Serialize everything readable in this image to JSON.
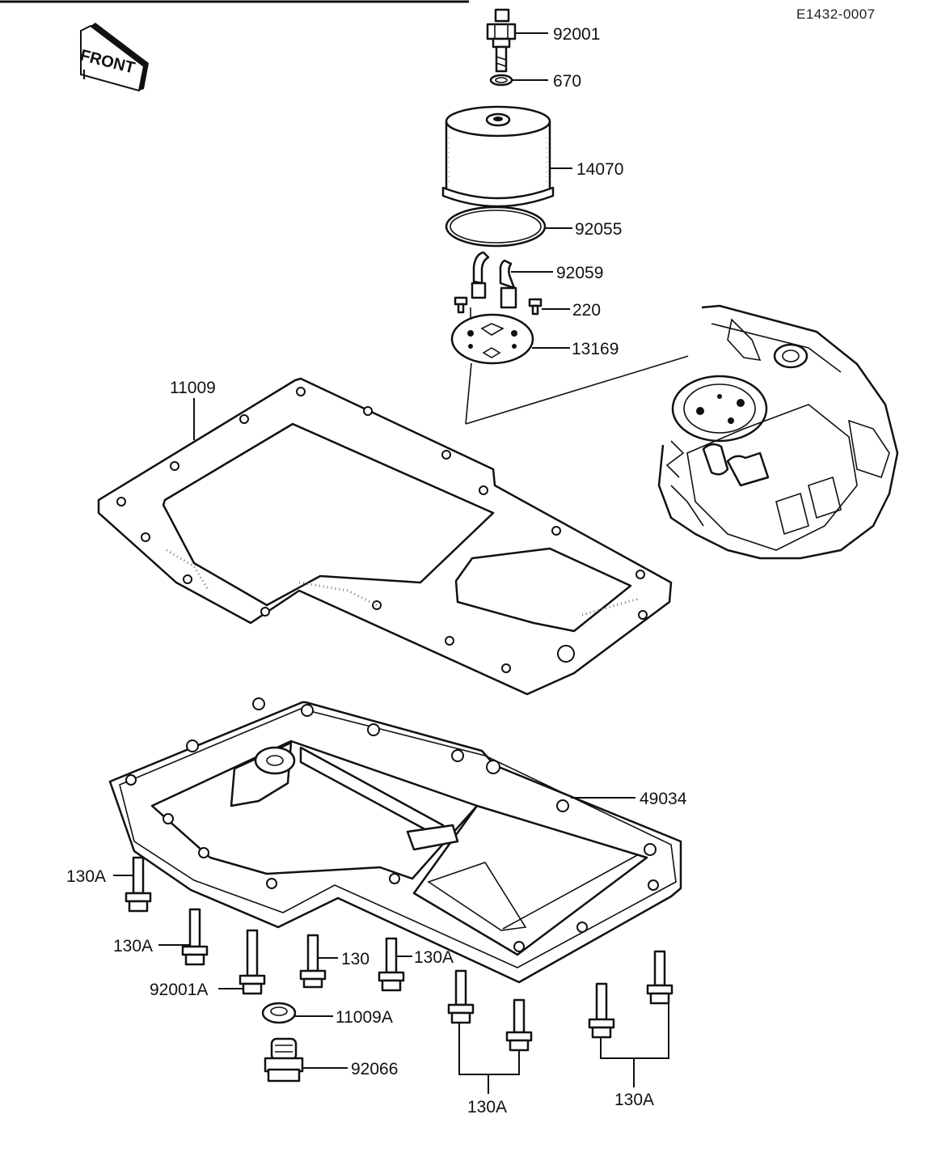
{
  "diagram_code": "E1432-0007",
  "front_label": "FRONT",
  "part_labels": {
    "p92001": "92001",
    "p670": "670",
    "p14070": "14070",
    "p92055": "92055",
    "p92059": "92059",
    "p220": "220",
    "p13169": "13169",
    "p11009": "11009",
    "p49034": "49034",
    "p130A_1": "130A",
    "p130A_2": "130A",
    "p92001A": "92001A",
    "p130": "130",
    "p130A_3": "130A",
    "p11009A": "11009A",
    "p92066": "92066",
    "p130A_4": "130A",
    "p130A_5": "130A"
  }
}
